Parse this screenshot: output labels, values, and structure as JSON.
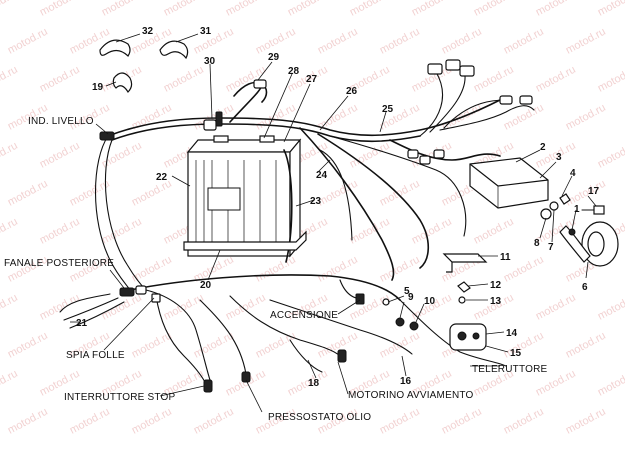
{
  "watermark": "motod.ru",
  "part_numbers": [
    "1",
    "2",
    "3",
    "4",
    "5",
    "6",
    "7",
    "8",
    "9",
    "10",
    "11",
    "12",
    "13",
    "14",
    "15",
    "16",
    "17",
    "18",
    "19",
    "20",
    "21",
    "22",
    "23",
    "24",
    "25",
    "26",
    "27",
    "28",
    "29",
    "30",
    "31",
    "32"
  ],
  "labels": {
    "ind_livello": "IND. LIVELLO",
    "fanale_posteriore": "FANALE POSTERIORE",
    "spia_folle": "SPIA FOLLE",
    "interruttore_stop": "INTERRUTTORE STOP",
    "pressostato_olio": "PRESSOSTATO OLIO",
    "accensione": "ACCENSIONE",
    "motorino_avviamento": "MOTORINO AVVIAMENTO",
    "teleruttore": "TELERUTTORE"
  }
}
